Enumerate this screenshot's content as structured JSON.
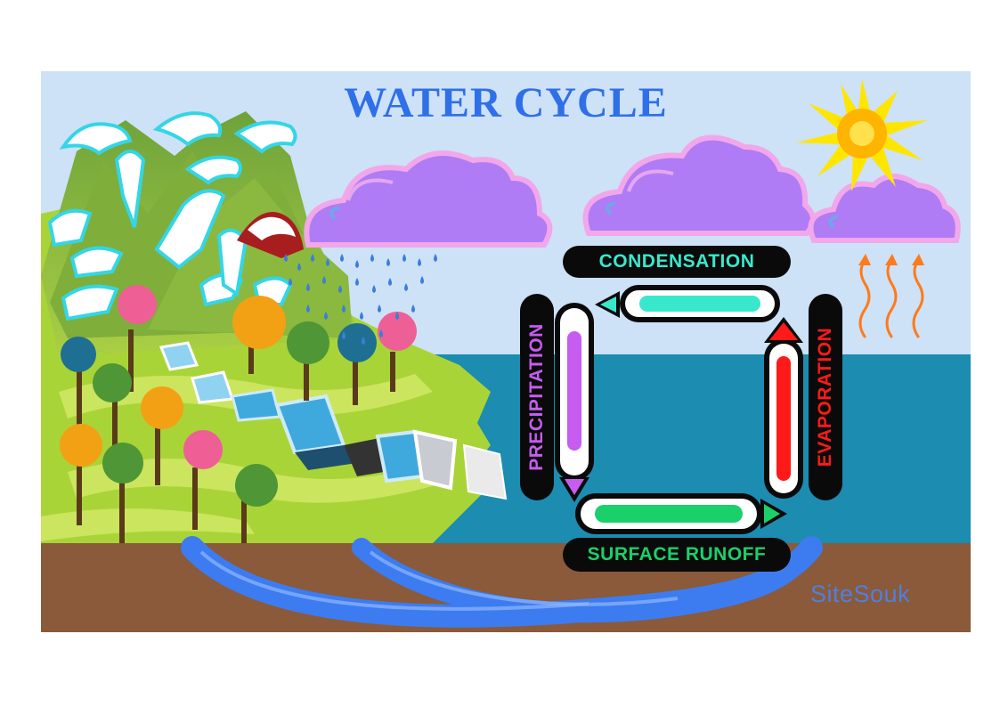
{
  "title": "WATER CYCLE",
  "stages": {
    "condensation": "CONDENSATION",
    "precipitation": "PRECIPITATION",
    "evaporation": "EVAPORATION",
    "surface_runoff": "SURFACE RUNOFF"
  },
  "watermark": "SiteSouk",
  "colors": {
    "title": "#2f6fe8",
    "sky": "#cde1f7",
    "sea": "#1c8cb0",
    "ground": "#8a5a3a",
    "condensation": "#39e8cc",
    "precipitation": "#c65cf0",
    "evaporation": "#ff1a1a",
    "surface_runoff": "#1ad06a",
    "watermark": "#4f7fe0"
  },
  "icons": [
    "sun-icon",
    "cloud-icon",
    "rain-icon",
    "heat-wave-icon",
    "mountain-icon",
    "tree-icon",
    "river-icon"
  ]
}
